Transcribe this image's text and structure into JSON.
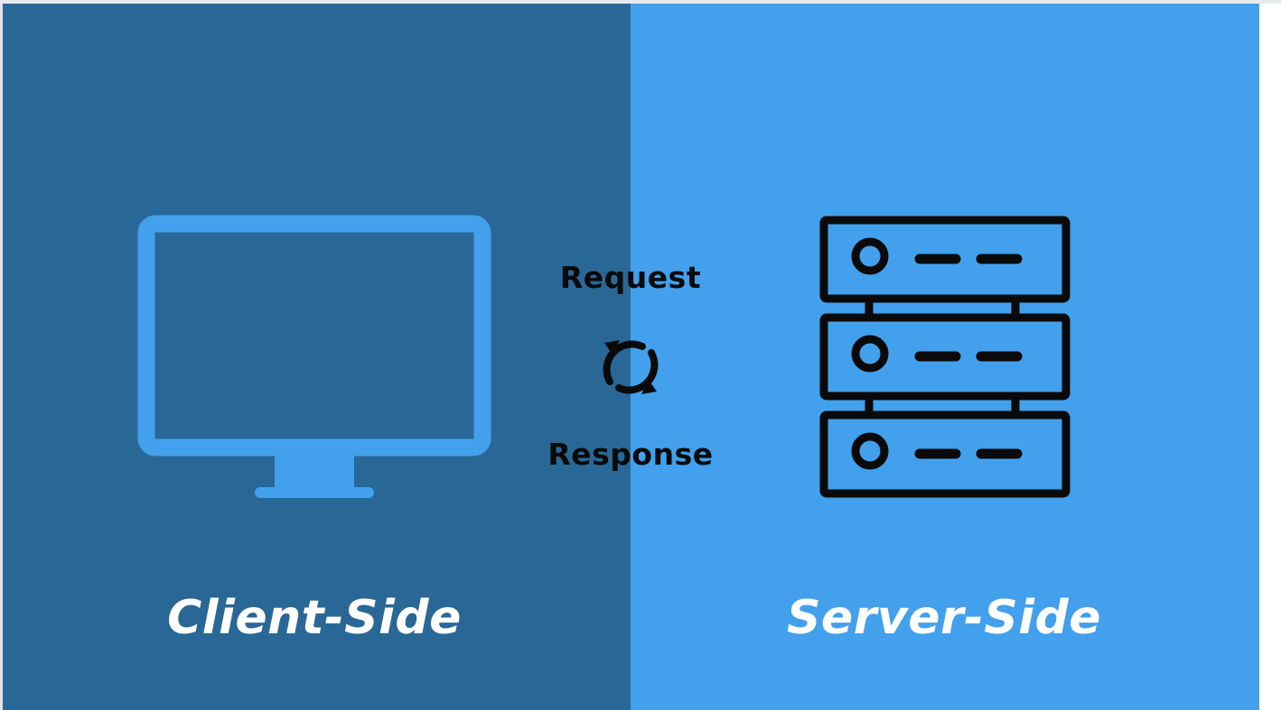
{
  "colors": {
    "client_panel": "#296896",
    "server_panel": "#42a0ec",
    "monitor_icon": "#42a0ec",
    "server_icon": "#0a0a0a",
    "sync_icon": "#0a0a0a",
    "flow_text": "#0a0a0a",
    "title_text": "#ffffff"
  },
  "icons": {
    "monitor": "monitor-icon",
    "server": "server-rack-icon",
    "sync": "sync-arrows-icon"
  },
  "flow": {
    "request_label": "Request",
    "response_label": "Response"
  },
  "client": {
    "title": "Client-Side"
  },
  "server": {
    "title": "Server-Side"
  }
}
